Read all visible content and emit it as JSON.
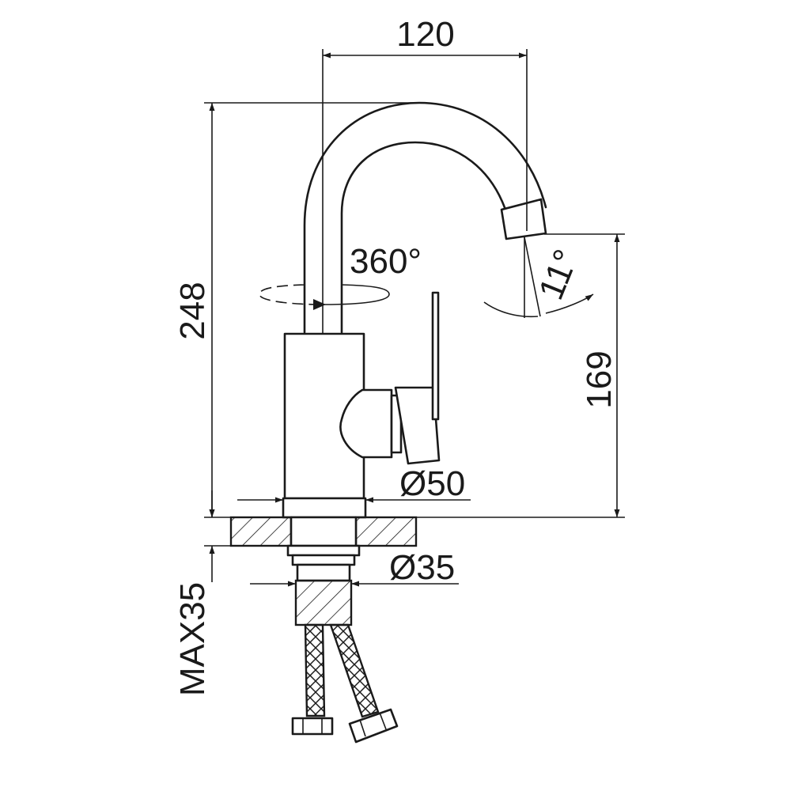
{
  "dimensions": {
    "spout_reach": "120",
    "overall_height": "248",
    "spout_height": "169",
    "swivel_angle": "360°",
    "spout_tilt_angle": "11°",
    "body_diameter": "Ø50",
    "shank_diameter": "Ø35",
    "max_deck_thickness": "MAX35"
  },
  "colors": {
    "line": "#1a1a1a",
    "background": "#ffffff"
  }
}
